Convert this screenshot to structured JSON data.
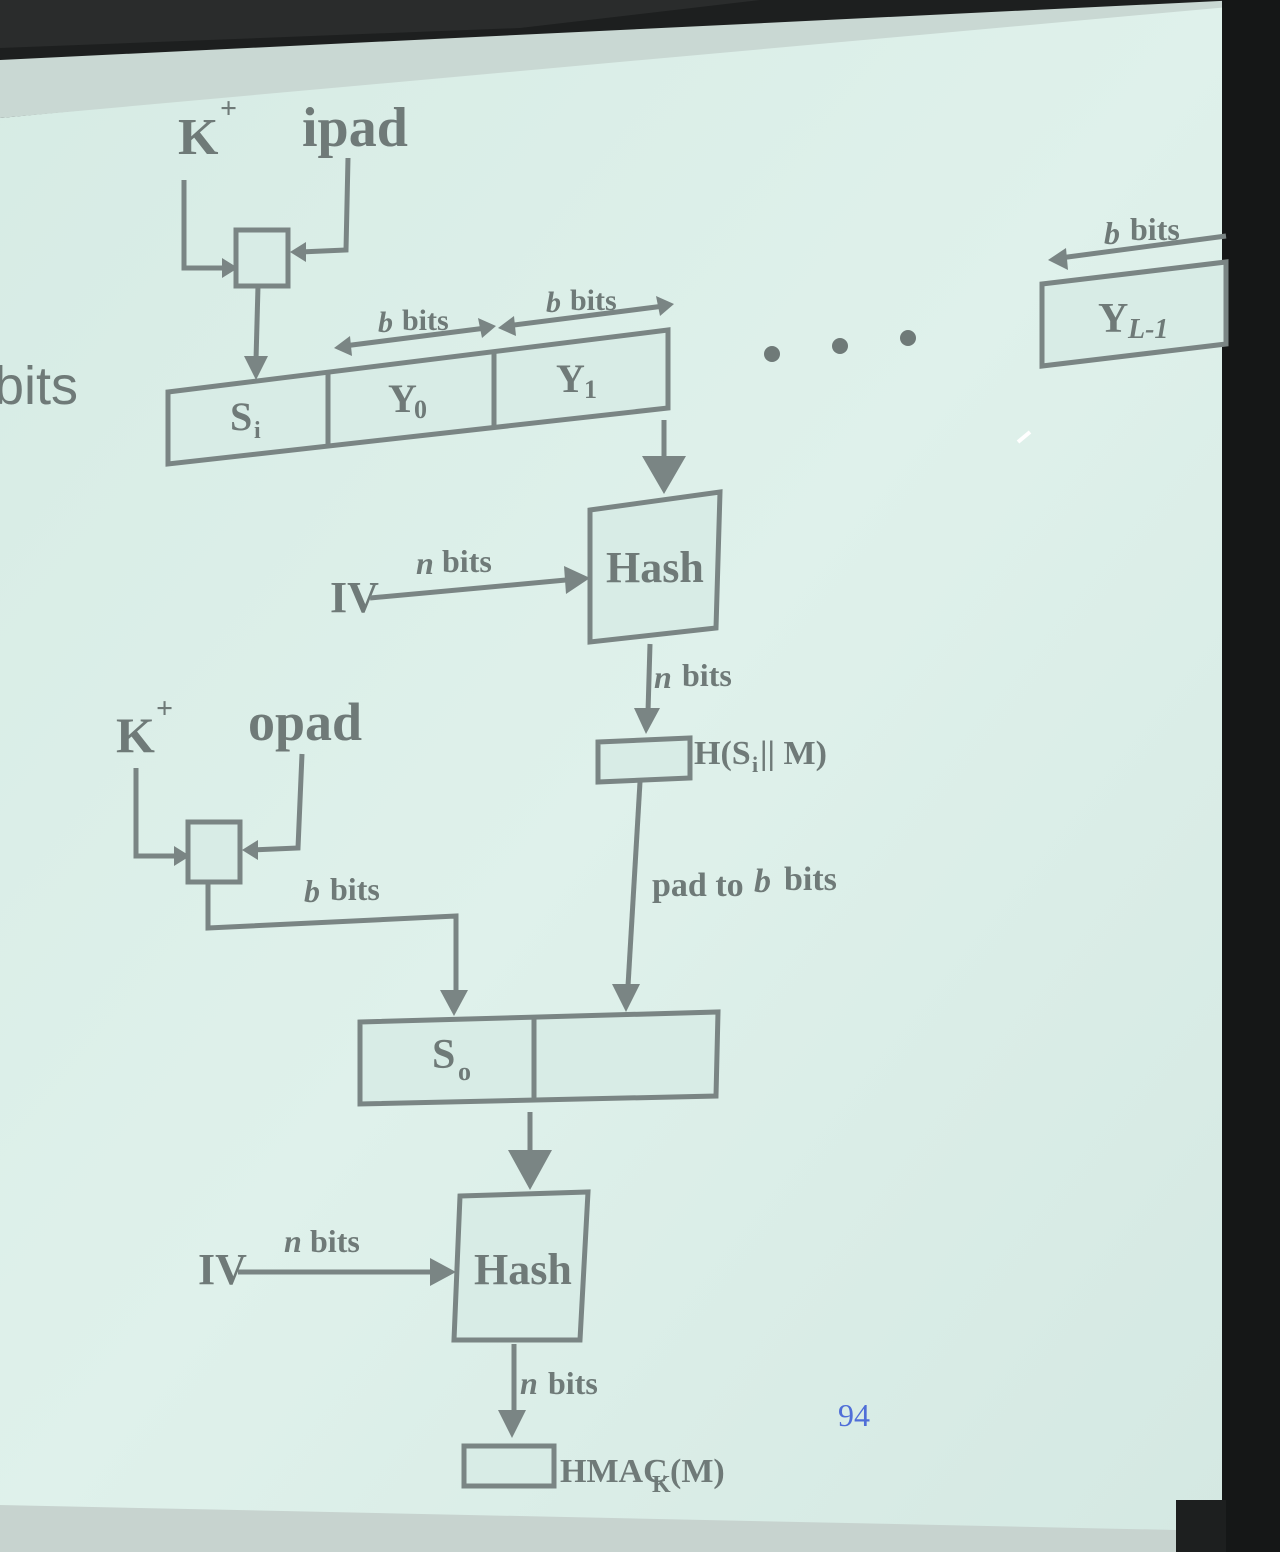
{
  "left_edge_text": "bits",
  "inner": {
    "key_label": "K",
    "key_sup": "+",
    "pad_label": "ipad"
  },
  "outer": {
    "key_label": "K",
    "key_sup": "+",
    "pad_label": "opad"
  },
  "blocks": {
    "si_main": "S",
    "si_sub": "i",
    "y0_main": "Y",
    "y0_sub": "0",
    "y1_main": "Y",
    "y1_sub": "1",
    "yl_main": "Y",
    "yl_sub": "L-1",
    "so_main": "S",
    "so_sub": "o"
  },
  "bits_labels": {
    "b_italic": "b",
    "n_italic": "n",
    "bits": "bits"
  },
  "ellipsis": "• • •",
  "iv_label": "IV",
  "hash_label": "Hash",
  "inner_hash_output": {
    "prefix": "H(S",
    "sub": "i",
    "suffix": " || M)"
  },
  "pad_text": {
    "before": "pad to ",
    "italic": "b",
    "after": " bits"
  },
  "hmac_output": {
    "prefix": "HMAC",
    "sub": "K",
    "suffix": "(M)"
  },
  "page_number": "94",
  "colors": {
    "screen_background": "#dcefe9",
    "diagram_ink": "#7a8584",
    "page_number": "#4f6ed8",
    "frame": "#1d1f1f"
  }
}
